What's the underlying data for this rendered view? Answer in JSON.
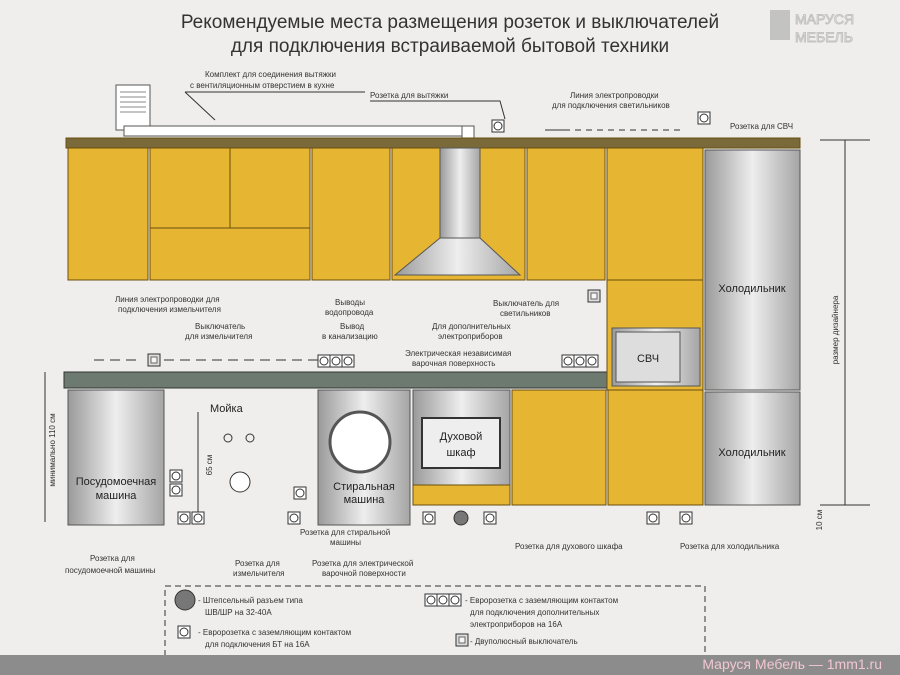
{
  "title": {
    "line1": "Рекомендуемые места размещения розеток и выключателей",
    "line2": "для подключения встраиваемой бытовой техники"
  },
  "logo": {
    "line1": "МАРУСЯ",
    "line2": "МЕБЕЛЬ"
  },
  "labels": {
    "vent_kit_1": "Комплект для соединения вытяжки",
    "vent_kit_2": "с вентиляционным отверстием в кухне",
    "hood_socket": "Розетка для вытяжки",
    "light_line_1": "Линия электропроводки",
    "light_line_2": "для подключения светильников",
    "mw_socket": "Розетка для СВЧ",
    "grinder_line_1": "Линия электропроводки для",
    "grinder_line_2": "подключения измельчителя",
    "grinder_switch_1": "Выключатель",
    "grinder_switch_2": "для измельчителя",
    "water_1": "Выводы",
    "water_2": "водопровода",
    "sewer_1": "Вывод",
    "sewer_2": "в канализацию",
    "extra_1": "Для дополнительных",
    "extra_2": "электроприборов",
    "hob_1": "Электрическая независимая",
    "hob_2": "варочная поверхность",
    "light_switch_1": "Выключатель для",
    "light_switch_2": "светильников",
    "fridge_top": "Холодильник",
    "fridge_bottom": "Холодильник",
    "microwave": "СВЧ",
    "sink": "Мойка",
    "dishwasher_1": "Посудомоечная",
    "dishwasher_2": "машина",
    "washer_1": "Стиральная",
    "washer_2": "машина",
    "oven_1": "Духовой",
    "oven_2": "шкаф",
    "dim_110": "минимально 110 см",
    "dim_65": "65 см",
    "dim_10": "10 см",
    "dim_fridge": "размер дизайнера",
    "washer_socket_1": "Розетка для стиральной",
    "washer_socket_2": "машины",
    "oven_socket": "Розетка для духового шкафа",
    "fridge_socket": "Розетка для холодильника",
    "dw_socket_1": "Розетка для",
    "dw_socket_2": "посудомоечной машины",
    "grinder_socket_1": "Розетка для",
    "grinder_socket_2": "измельчителя",
    "hob_socket_1": "Розетка для электрической",
    "hob_socket_2": "варочной поверхности"
  },
  "legend": {
    "plug_1": "- Штепсельный разъем типа",
    "plug_2": "ШВ/ШР на 32-40А",
    "euro_1": "- Евророзетка с заземляющим контактом",
    "euro_2": "для подключения БТ на 16А",
    "triple_1": "- Евророзетка с заземляющим контактом",
    "triple_2": "для подключения дополнительных",
    "triple_3": "электроприборов на 16А",
    "switch": "- Двуполюсный выключатель"
  },
  "footer": "Маруся Мебель — 1mm1.ru",
  "colors": {
    "cabinet": "#e6b632",
    "counter": "#6c7a70",
    "steel": "#c9c9c9"
  }
}
